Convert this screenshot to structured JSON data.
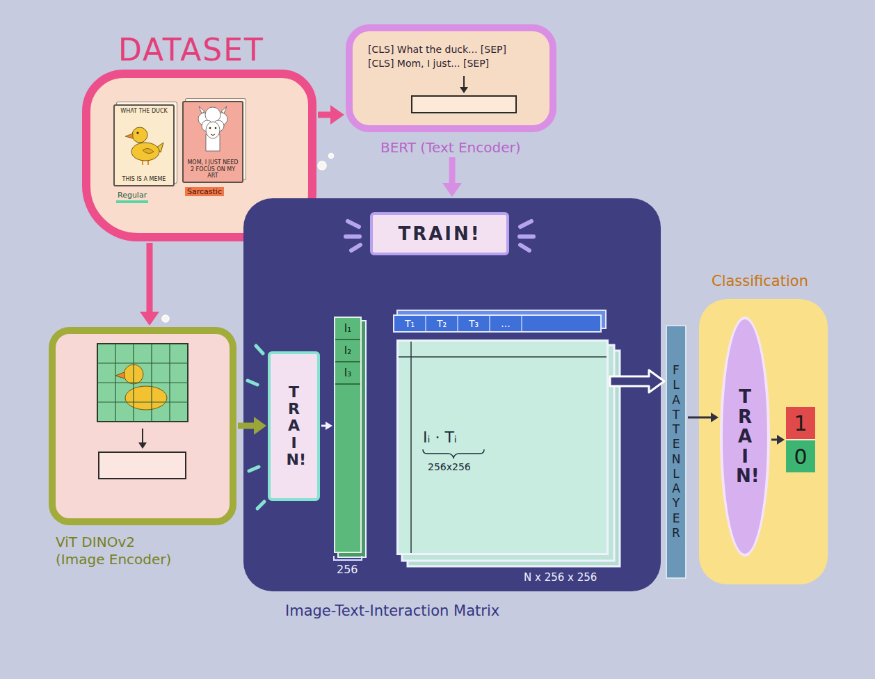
{
  "diagram": {
    "nodes": [
      {
        "text": [
          "DATASET"
        ]
      },
      {
        "text": [
          "WHAT THE DUCK",
          "THIS IS A MEME",
          "Regular"
        ],
        "in": 0
      },
      {
        "text": [
          "MOM, I JUST NEED 2 FOCUS ON MY ART",
          "Sarcastic"
        ],
        "in": 0
      },
      {
        "text": [
          "[CLS] What the duck... [SEP]",
          "[CLS] Mom, I just... [SEP]",
          "BERT (Text Encoder)"
        ]
      },
      {
        "text": [
          "ViT DINOv2 (Image Encoder)"
        ]
      },
      {
        "text": [
          "Image-Text-Interaction Matrix"
        ]
      },
      {
        "text": [
          "TRAIN!"
        ],
        "in": 5
      },
      {
        "text": [
          "TRAIN!"
        ],
        "in": 5
      },
      {
        "text": [
          "I₁",
          "I₂",
          "I₃",
          "256"
        ],
        "in": 5
      },
      {
        "text": [
          "T₁",
          "T₂",
          "T₃",
          "..."
        ],
        "in": 5
      },
      {
        "text": [
          "Iᵢ · Tᵢ",
          "256x256",
          "N x 256 x 256"
        ],
        "in": 5
      },
      {
        "text": [
          "FLATTEN LAYER"
        ]
      },
      {
        "text": [
          "Classification"
        ]
      },
      {
        "text": [
          "TRAIN!"
        ],
        "in": 12
      },
      {
        "text": [
          "1",
          "0"
        ],
        "in": 12
      }
    ],
    "edges": [
      {
        "from": 0,
        "to": 3,
        "arrow": "to"
      },
      {
        "from": 0,
        "to": 4,
        "arrow": "to"
      },
      {
        "from": 3,
        "to": 5,
        "arrow": "to"
      },
      {
        "from": 4,
        "to": 7,
        "arrow": "to"
      },
      {
        "from": 7,
        "to": 8,
        "arrow": "to"
      },
      {
        "from": 10,
        "to": 11,
        "arrow": "to"
      },
      {
        "from": 11,
        "to": 13,
        "arrow": "to"
      },
      {
        "from": 13,
        "to": 14,
        "arrow": "to"
      }
    ]
  }
}
